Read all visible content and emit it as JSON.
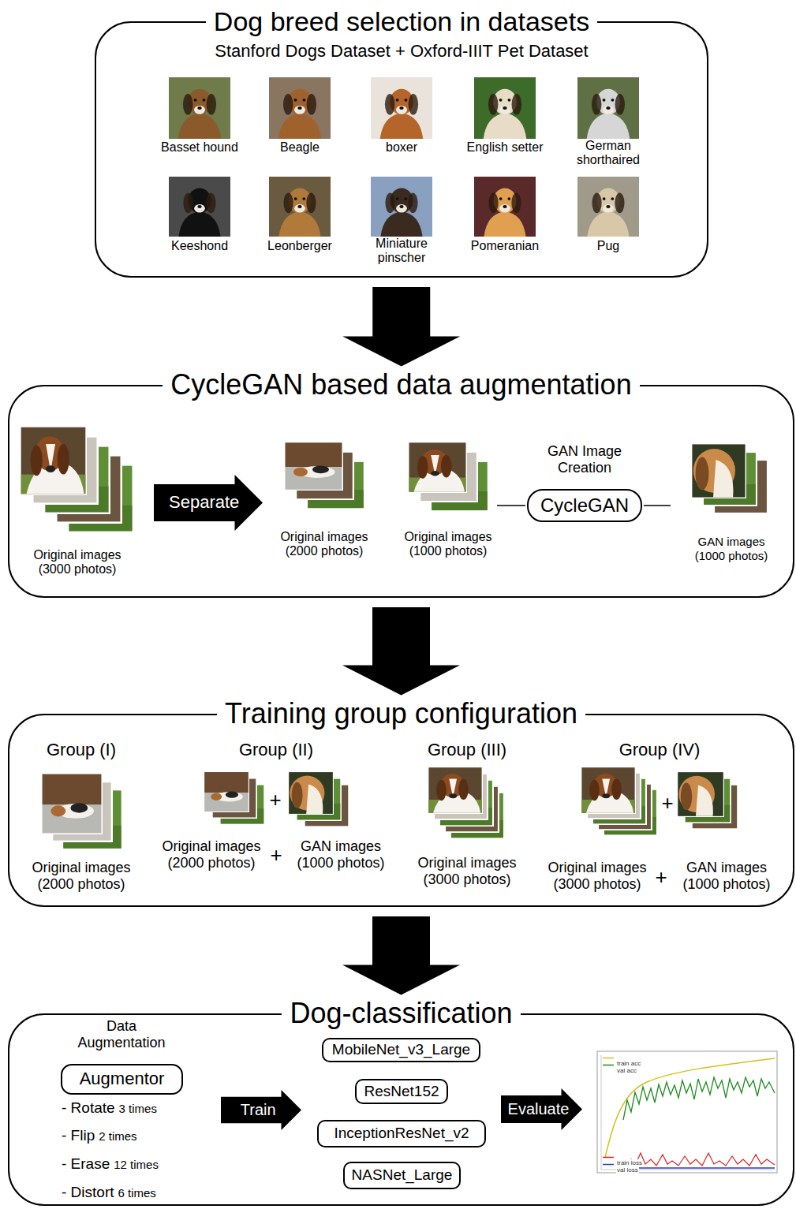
{
  "diagram": {
    "nodes": [
      {
        "text": [
          "Dog breed selection in datasets",
          "Stanford Dogs Dataset + Oxford-IIIT Pet Dataset"
        ]
      },
      {
        "text": [
          "CycleGAN based data augmentation"
        ]
      },
      {
        "text": [
          "Separate"
        ],
        "in": 1
      },
      {
        "text": [
          "CycleGAN"
        ],
        "in": 1
      },
      {
        "text": [
          "Training group configuration"
        ]
      },
      {
        "text": [
          "Dog-classification"
        ]
      },
      {
        "text": [
          "Augmentor"
        ],
        "in": 5
      },
      {
        "text": [
          "Train"
        ],
        "in": 5
      },
      {
        "text": [
          "MobileNet_v3_Large"
        ],
        "in": 5
      },
      {
        "text": [
          "ResNet152"
        ],
        "in": 5
      },
      {
        "text": [
          "InceptionResNet_v2"
        ],
        "in": 5
      },
      {
        "text": [
          "NASNet_Large"
        ],
        "in": 5
      },
      {
        "text": [
          "Evaluate"
        ],
        "in": 5
      }
    ],
    "edges": [
      {
        "from": 0,
        "to": 1,
        "arrow": "to"
      },
      {
        "from": 1,
        "to": 4,
        "arrow": "to"
      },
      {
        "from": 4,
        "to": 5,
        "arrow": "to"
      }
    ],
    "labels": [
      "Basset hound",
      "Beagle",
      "boxer",
      "English setter",
      "German shorthaired",
      "Keeshond",
      "Leonberger",
      "Miniature pinscher",
      "Pomeranian",
      "Pug",
      "Original images (3000 photos)",
      "Original images (2000 photos)",
      "Original images (1000 photos)",
      "GAN Image Creation",
      "GAN images (1000 photos)",
      "Group (I)",
      "Original images (2000 photos)",
      "Group (II)",
      "+",
      "Original images (2000 photos)",
      "+",
      "GAN images (1000 photos)",
      "Group (III)",
      "Original images (3000 photos)",
      "Group (IV)",
      "+",
      "Original images (3000 photos)",
      "+",
      "GAN images (1000 photos)",
      "Data Augmentation",
      "- Rotate",
      "3 times",
      "- Flip",
      "2 times",
      "- Erase",
      "12 times",
      "- Distort",
      "6 times"
    ],
    "legend": [
      {
        "text": "train acc"
      },
      {
        "text": "val acc"
      },
      {
        "text": "train loss"
      },
      {
        "text": "val loss"
      }
    ]
  }
}
